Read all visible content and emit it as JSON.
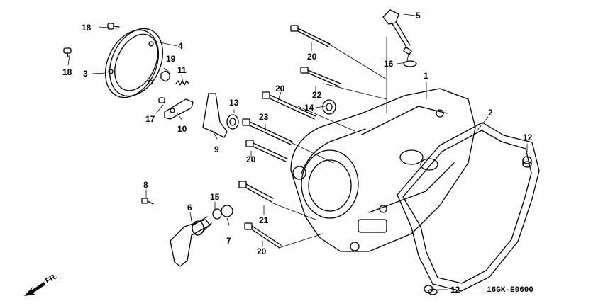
{
  "diagram": {
    "drawing_code": "16GK-E0600",
    "direction_label": "FR.",
    "callouts": [
      {
        "id": "c1",
        "label": "1"
      },
      {
        "id": "c2",
        "label": "2"
      },
      {
        "id": "c3",
        "label": "3"
      },
      {
        "id": "c4",
        "label": "4"
      },
      {
        "id": "c5",
        "label": "5"
      },
      {
        "id": "c6",
        "label": "6"
      },
      {
        "id": "c7",
        "label": "7"
      },
      {
        "id": "c8",
        "label": "8"
      },
      {
        "id": "c9",
        "label": "9"
      },
      {
        "id": "c10",
        "label": "10"
      },
      {
        "id": "c11",
        "label": "11"
      },
      {
        "id": "c12a",
        "label": "12"
      },
      {
        "id": "c12b",
        "label": "12"
      },
      {
        "id": "c13",
        "label": "13"
      },
      {
        "id": "c14",
        "label": "14"
      },
      {
        "id": "c15",
        "label": "15"
      },
      {
        "id": "c16",
        "label": "16"
      },
      {
        "id": "c17",
        "label": "17"
      },
      {
        "id": "c18a",
        "label": "18"
      },
      {
        "id": "c18b",
        "label": "18"
      },
      {
        "id": "c19",
        "label": "19"
      },
      {
        "id": "c20a",
        "label": "20"
      },
      {
        "id": "c20b",
        "label": "20"
      },
      {
        "id": "c20c",
        "label": "20"
      },
      {
        "id": "c20d",
        "label": "20"
      },
      {
        "id": "c21",
        "label": "21"
      },
      {
        "id": "c22",
        "label": "22"
      },
      {
        "id": "c23",
        "label": "23"
      }
    ]
  }
}
